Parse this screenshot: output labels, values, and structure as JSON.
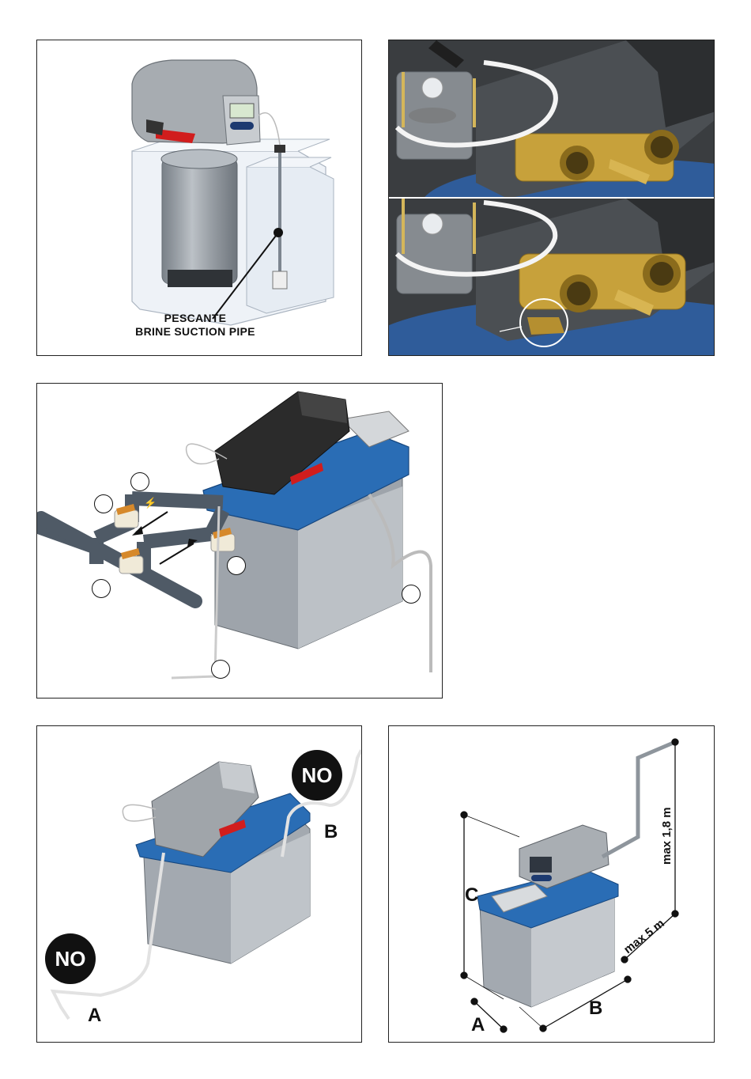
{
  "panel1": {
    "caption_line1": "PESCANTE",
    "caption_line2": "BRINE SUCTION PIPE"
  },
  "panel5": {
    "no_top": "NO",
    "no_bottom": "NO",
    "label_a": "A",
    "label_b": "B"
  },
  "panel6": {
    "label_a": "A",
    "label_b": "B",
    "label_c": "C",
    "max_height": "max 1,8 m",
    "max_length": "max 5 m"
  },
  "colors": {
    "tank_blue": "#2a6db5",
    "valve_grey": "#9ea3a8",
    "brass": "#c9a23a",
    "pipe_grey": "#4f5a66",
    "dark_cover": "#2b2b2b"
  }
}
